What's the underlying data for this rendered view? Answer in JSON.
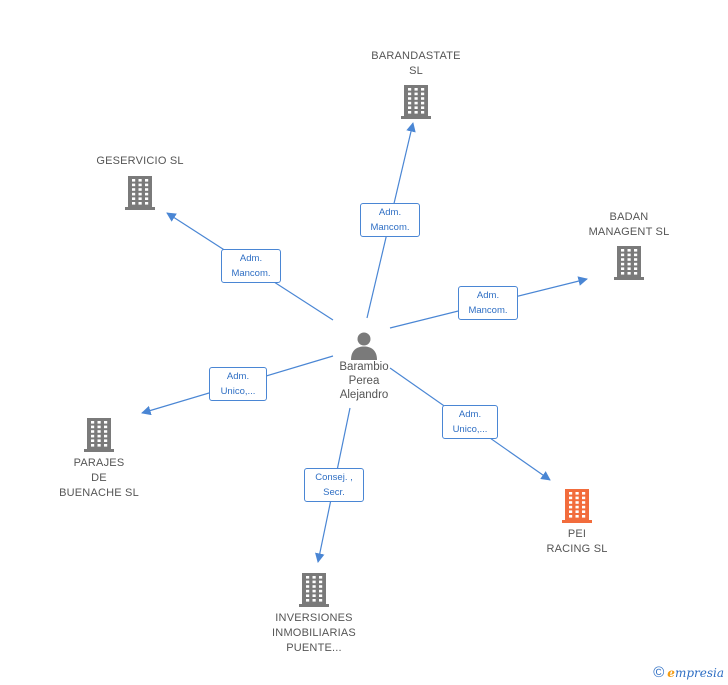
{
  "colors": {
    "edge": "#4a86d4",
    "building": "#7a7a7a",
    "highlight": "#f26c3c",
    "label": "#555555"
  },
  "person": {
    "name": "Barambio\nPerea\nAlejandro",
    "icon": "person-icon"
  },
  "companies": [
    {
      "id": "barandastate",
      "name": "BARANDASTATE\nSL",
      "highlight": false
    },
    {
      "id": "geservicio",
      "name": "GESERVICIO SL",
      "highlight": false
    },
    {
      "id": "badan",
      "name": "BADAN\nMANAGENT SL",
      "highlight": false
    },
    {
      "id": "parajes",
      "name": "PARAJES\nDE\nBUENACHE SL",
      "highlight": false
    },
    {
      "id": "pei",
      "name": "PEI\nRACING SL",
      "highlight": true
    },
    {
      "id": "inversiones",
      "name": "INVERSIONES\nINMOBILIARIAS\nPUENTE...",
      "highlight": false
    }
  ],
  "roles": [
    {
      "to": "barandastate",
      "label": "Adm.\nMancom."
    },
    {
      "to": "geservicio",
      "label": "Adm.\nMancom."
    },
    {
      "to": "badan",
      "label": "Adm.\nMancom."
    },
    {
      "to": "parajes",
      "label": "Adm.\nUnico,..."
    },
    {
      "to": "pei",
      "label": "Adm.\nUnico,..."
    },
    {
      "to": "inversiones",
      "label": "Consej. ,\nSecr."
    }
  ],
  "brand": {
    "copyright": "©",
    "first_letter": "e",
    "rest": "mpresia"
  }
}
